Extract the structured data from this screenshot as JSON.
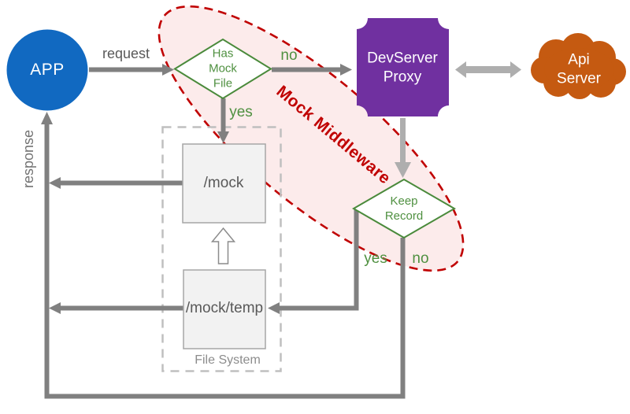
{
  "title": "DevServer mock middleware flow diagram",
  "colors": {
    "app_blue": "#1169c1",
    "proxy_purple": "#7030a0",
    "api_orange": "#c55a11",
    "flow_green": "#4a8a3b",
    "green_text": "#4f9040",
    "middleware_red": "#c00000",
    "middleware_pink": "#fcebeb",
    "arrow_dark": "#808080",
    "arrow_light": "#aeaeae",
    "box_fill": "#f2f2f2",
    "box_border": "#a6a6a6",
    "dashed_border": "#bfbfbf",
    "text_gray": "#595959",
    "text_light_gray": "#8c8c8c"
  },
  "nodes": {
    "app": {
      "label": "APP",
      "shape": "circle"
    },
    "has_mock_file": {
      "line1": "Has",
      "line2": "Mock",
      "line3": "File",
      "shape": "diamond"
    },
    "devserver_proxy": {
      "line1": "DevServer",
      "line2": "Proxy",
      "shape": "badge"
    },
    "api_server": {
      "line1": "Api",
      "line2": "Server",
      "shape": "cloud"
    },
    "keep_record": {
      "line1": "Keep",
      "line2": "Record",
      "shape": "diamond"
    },
    "mock_dir": {
      "label": "/mock",
      "shape": "box"
    },
    "mock_temp_dir": {
      "label": "/mock/temp",
      "shape": "box"
    },
    "file_system": {
      "label": "File System",
      "shape": "dashed-container"
    }
  },
  "edges": {
    "request_label": "request",
    "response_label": "response",
    "has_mock_no_label": "no",
    "has_mock_yes_label": "yes",
    "keep_record_yes_label": "yes",
    "keep_record_no_label": "no"
  },
  "annotations": {
    "mock_middleware_label": "Mock Middleware"
  }
}
